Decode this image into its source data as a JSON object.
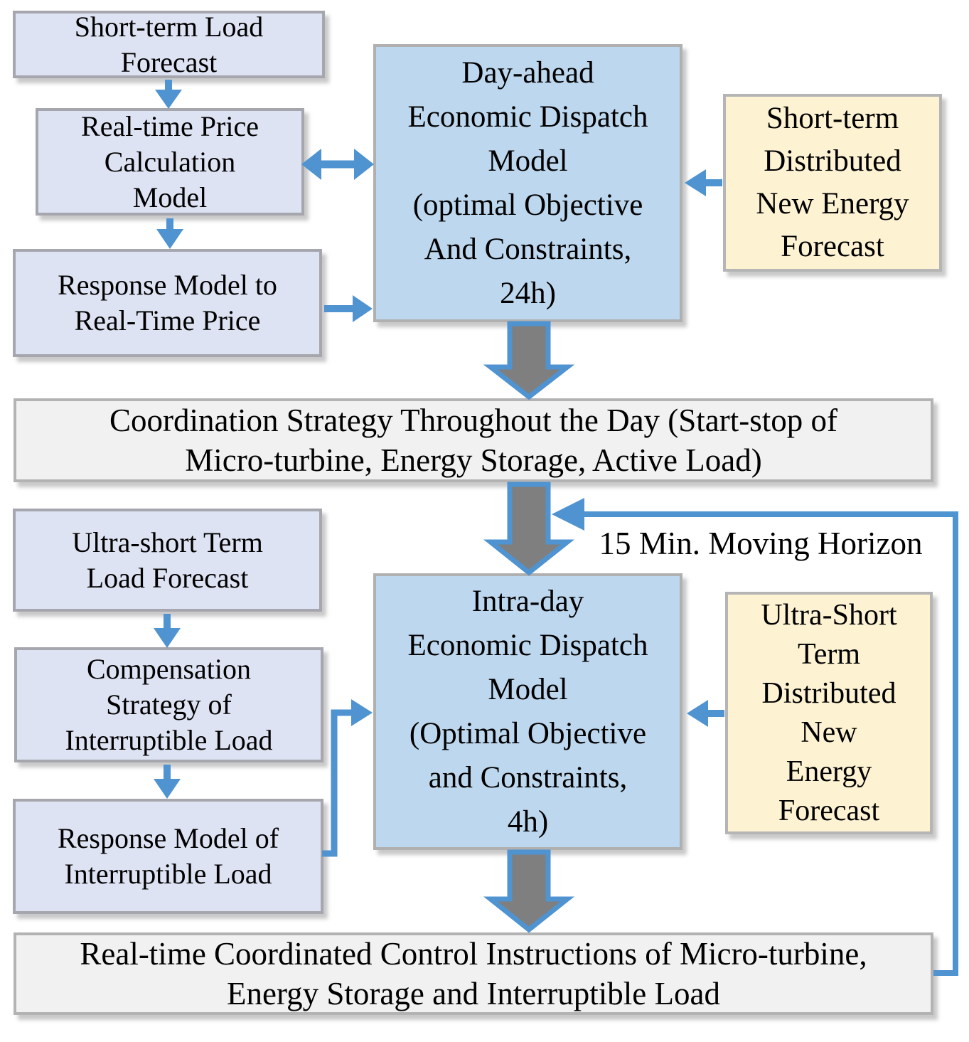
{
  "diagram": {
    "boxes": {
      "short_term_load_forecast": "Short-term Load\nForecast",
      "real_time_price_calculation": "Real-time Price\nCalculation\nModel",
      "response_model_real_time_price": "Response Model to\nReal-Time Price",
      "day_ahead_dispatch": "Day-ahead\nEconomic Dispatch\nModel\n(optimal Objective\nAnd Constraints,\n24h)",
      "short_term_new_energy_forecast": "Short-term\nDistributed\nNew Energy\nForecast",
      "coordination_strategy": "Coordination Strategy Throughout the Day (Start-stop of\nMicro-turbine, Energy Storage, Active Load)",
      "ultra_short_term_load_forecast": "Ultra-short Term\nLoad Forecast",
      "compensation_strategy": "Compensation\nStrategy of\nInterruptible Load",
      "response_model_interruptible_load": "Response Model of\nInterruptible Load",
      "intra_day_dispatch": "Intra-day\nEconomic Dispatch\nModel\n(Optimal Objective\nand Constraints,\n4h)",
      "ultra_short_term_new_energy_forecast": "Ultra-Short\nTerm\nDistributed\nNew\nEnergy\nForecast",
      "real_time_control_instructions": "Real-time Coordinated Control Instructions of Micro-turbine,\nEnergy Storage and Interruptible Load"
    },
    "labels": {
      "moving_horizon": "15 Min. Moving Horizon"
    },
    "colors": {
      "input_box_fill": "#dee3f3",
      "model_box_fill": "#bdd7ee",
      "forecast_box_fill": "#fdf2d2",
      "band_fill": "#f1f1f1",
      "border_gray": "#a6a6a6",
      "arrow_blue": "#4f93d1",
      "thick_arrow_gray": "#7f7f7f",
      "text_color": "#000000"
    }
  }
}
